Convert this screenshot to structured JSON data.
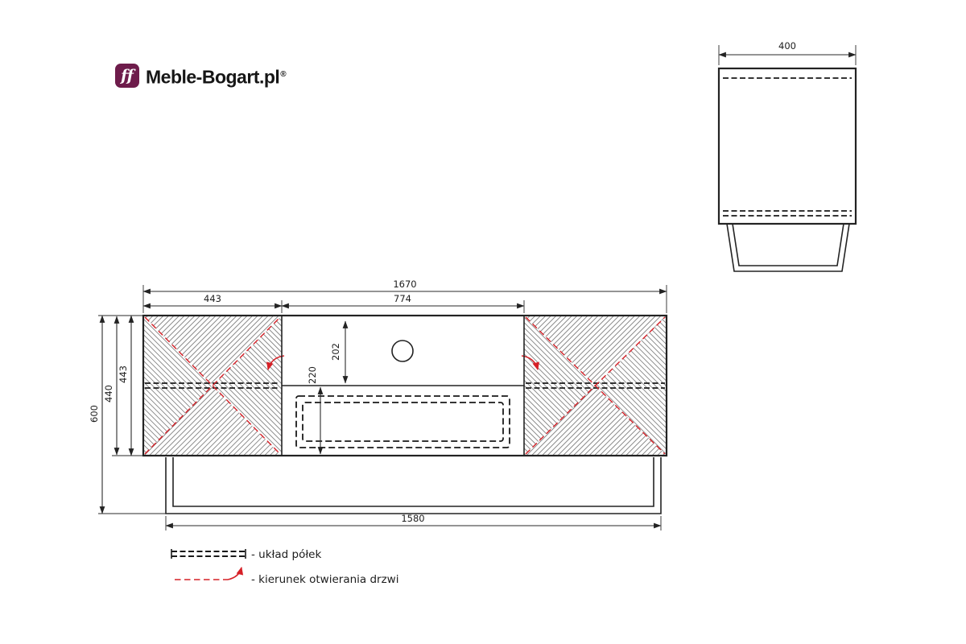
{
  "brand": {
    "name": "Meble-Bogart.pl",
    "registered": "®",
    "monogram": "ﬀ"
  },
  "colors": {
    "line": "#232323",
    "accent_red": "#d62027",
    "brand_purple": "#6e1c4b",
    "background": "#ffffff"
  },
  "front_view": {
    "dim_total_width": "1670",
    "dim_left_door_width": "443",
    "dim_middle_width": "774",
    "dim_niche_height": "202",
    "dim_drawer_front_height": "220",
    "dim_total_height": "600",
    "dim_front_height": "440",
    "dim_corpus_height": "443",
    "dim_base_width": "1580"
  },
  "side_view": {
    "dim_depth": "400"
  },
  "legend": {
    "shelf_label": "- układ półek",
    "door_label": "- kierunek otwierania drzwi"
  }
}
